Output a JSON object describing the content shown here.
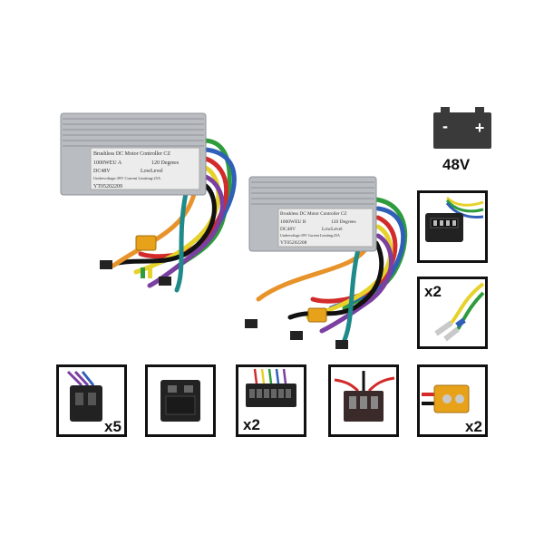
{
  "battery": {
    "minus": "-",
    "plus": "+",
    "voltage": "48V"
  },
  "controller_a": {
    "title": "Brushless DC Motor Controller CZ",
    "line1_left": "1000WEU A",
    "line1_right": "120 Degrees",
    "line2_left": "DC48V",
    "line2_right": "LowLevel",
    "line3": "Undervoltage:39V Current Limiting:25A",
    "serial": "YT05202209"
  },
  "controller_b": {
    "title": "Brushless DC Motor Controller CZ",
    "line1_left": "1000WEU B",
    "line1_right": "120 Degrees",
    "line2_left": "DC48V",
    "line2_right": "LowLevel",
    "line3": "Undervoltage:39V Current Limiting:25A",
    "serial": "YT05202208"
  },
  "connectors": {
    "three_pin_male": "x5",
    "six_pin_female": "x2",
    "xt60": "x2",
    "bullet": "x2"
  },
  "colors": {
    "frame": "#111111",
    "housing": "#b9bcc0",
    "xt60": "#e8a21a"
  }
}
